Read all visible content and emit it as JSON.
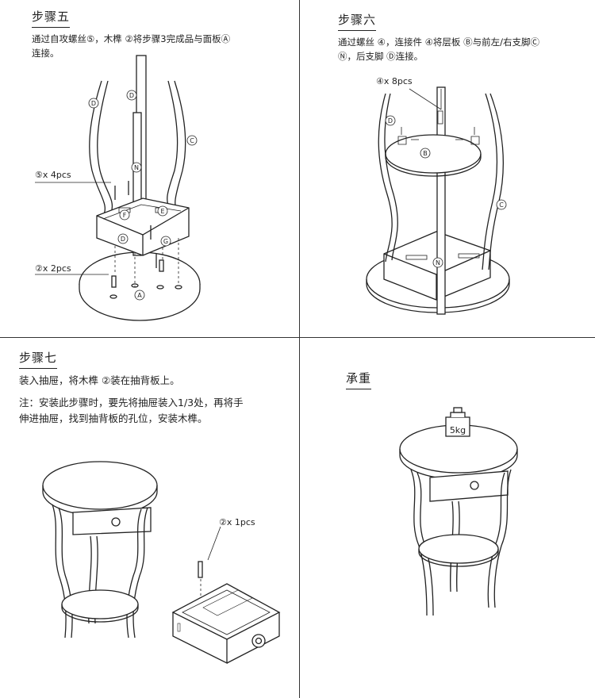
{
  "step5": {
    "title": "步骤五",
    "text": "通过自攻螺丝⑤，木榫 ②将步骤3完成品与面板Ⓐ\n连接。",
    "callout_screw": "⑤x 4pcs",
    "callout_dowel": "②x 2pcs",
    "parts": {
      "d1": "D",
      "d2": "D",
      "d3": "D",
      "c": "C",
      "n": "N",
      "e": "E",
      "f": "F",
      "g": "G",
      "a": "A"
    }
  },
  "step6": {
    "title": "步骤六",
    "text": "通过螺丝 ④，连接件 ④将层板 Ⓑ与前左/右支脚Ⓒ\nⓃ，后支脚 Ⓓ连接。",
    "callout": "④x 8pcs",
    "parts": {
      "d": "D",
      "b": "B",
      "c": "C",
      "n": "N"
    }
  },
  "step7": {
    "title": "步骤七",
    "text1": "装入抽屉，将木榫 ②装在抽背板上。",
    "text2": "注：安装此步骤时，要先将抽屉装入1/3处，再将手\n伸进抽屉，找到抽背板的孔位，安装木榫。",
    "callout": "②x 1pcs"
  },
  "load": {
    "title": "承重",
    "weight": "5kg"
  }
}
